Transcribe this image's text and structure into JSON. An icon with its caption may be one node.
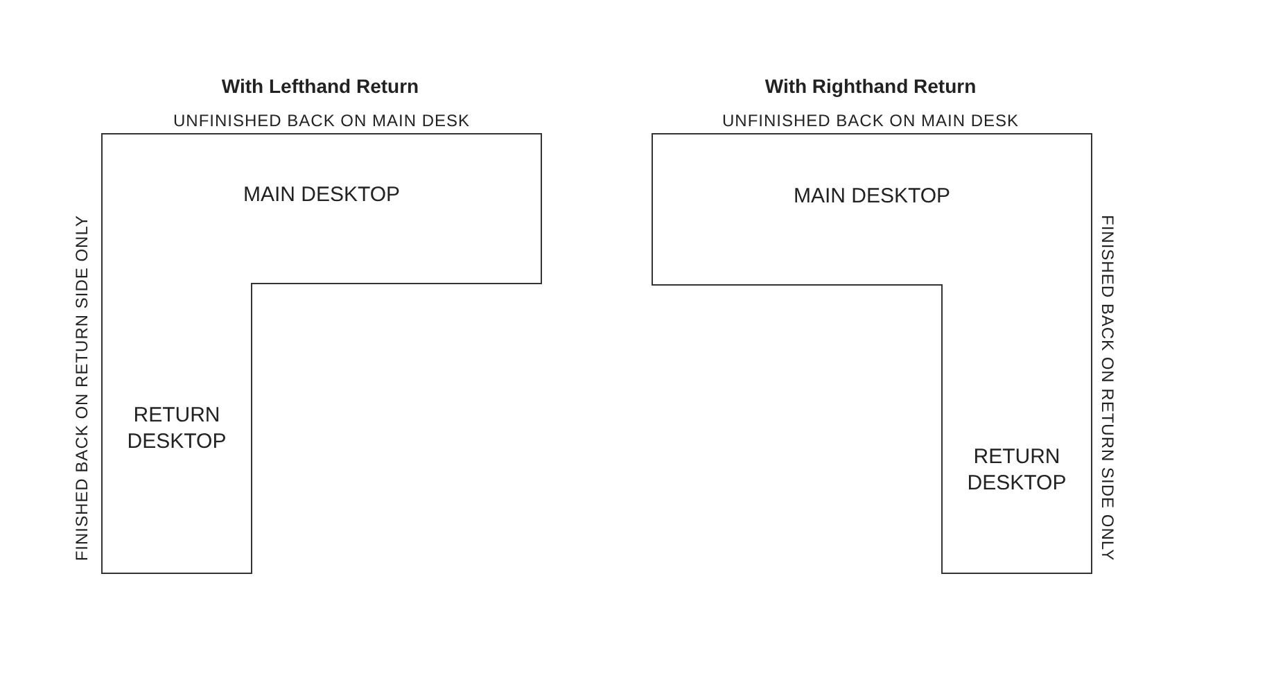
{
  "diagram": {
    "nodes": [
      {
        "text": [
          "MAIN DESKTOP"
        ],
        "beside": [
          "UNFINISHED BACK ON MAIN DESK"
        ]
      },
      {
        "text": [
          "RETURN DESKTOP"
        ],
        "beside": [
          "FINISHED BACK ON RETURN SIDE ONLY"
        ]
      },
      {
        "text": [
          "MAIN DESKTOP"
        ],
        "beside": [
          "UNFINISHED BACK ON MAIN DESK"
        ]
      },
      {
        "text": [
          "RETURN DESKTOP"
        ],
        "beside": [
          "FINISHED BACK ON RETURN SIDE ONLY"
        ]
      }
    ],
    "edges": [],
    "labels": [
      "With Lefthand Return",
      "With Righthand Return"
    ]
  }
}
